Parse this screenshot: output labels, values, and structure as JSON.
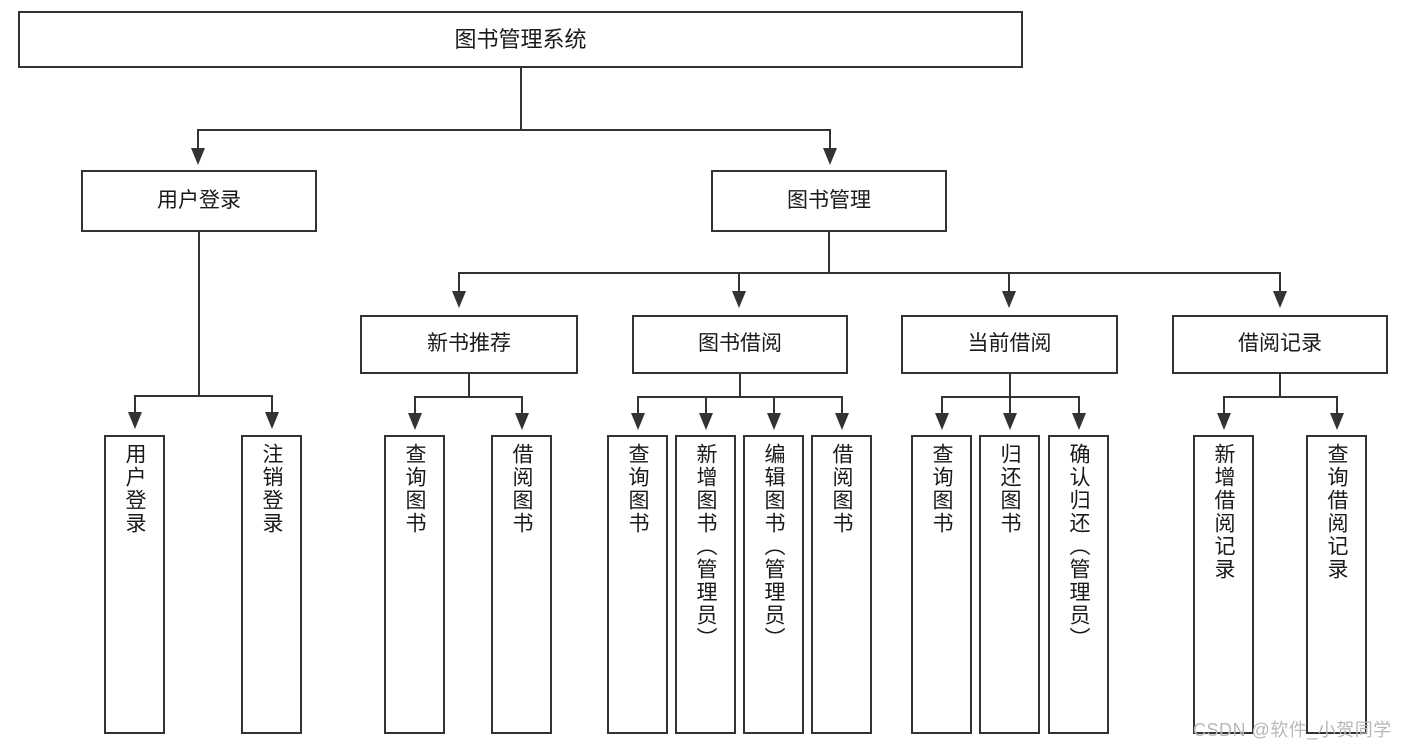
{
  "diagram": {
    "title": "图书管理系统",
    "type": "tree-hierarchy-diagram",
    "root": {
      "label": "图书管理系统"
    },
    "level2": [
      {
        "label": "用户登录"
      },
      {
        "label": "图书管理"
      }
    ],
    "level3": [
      {
        "label": "新书推荐"
      },
      {
        "label": "图书借阅"
      },
      {
        "label": "当前借阅"
      },
      {
        "label": "借阅记录"
      }
    ],
    "leaves": {
      "user_login": [
        {
          "label": "用户登录"
        },
        {
          "label": "注销登录"
        }
      ],
      "new_book_recommend": [
        {
          "label": "查询图书"
        },
        {
          "label": "借阅图书"
        }
      ],
      "book_borrow": [
        {
          "label": "查询图书"
        },
        {
          "label": "新增图书（管理员）"
        },
        {
          "label": "编辑图书（管理员）"
        },
        {
          "label": "借阅图书"
        }
      ],
      "current_borrow": [
        {
          "label": "查询图书"
        },
        {
          "label": "归还图书"
        },
        {
          "label": "确认归还（管理员）"
        }
      ],
      "borrow_record": [
        {
          "label": "新增借阅记录"
        },
        {
          "label": "查询借阅记录"
        }
      ]
    }
  },
  "watermark": {
    "text": "CSDN @软件_小贺同学"
  },
  "colors": {
    "border": "#333333",
    "background": "#ffffff",
    "text": "#1a1a1a",
    "watermark": "#b8b8b8"
  }
}
